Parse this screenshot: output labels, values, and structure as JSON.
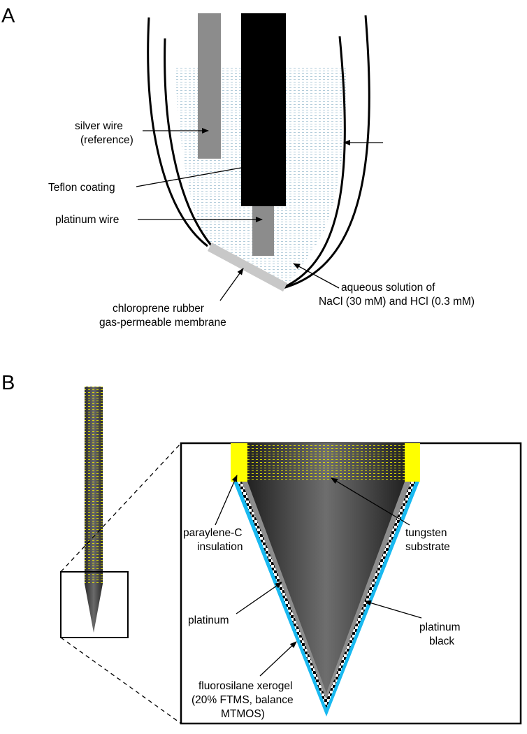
{
  "panel_a": {
    "letter": "A",
    "labels": {
      "silver_wire_1": "silver wire",
      "silver_wire_2": "(reference)",
      "teflon": "Teflon coating",
      "platinum_wire": "platinum wire",
      "membrane_1": "chloroprene rubber",
      "membrane_2": "gas-permeable membrane",
      "solution_1": "aqueous solution of",
      "solution_2": "NaCl (30 mM) and HCl (0.3 mM)"
    }
  },
  "panel_b": {
    "letter": "B",
    "labels": {
      "insulation_1": "paraylene-C",
      "insulation_2": "insulation",
      "tungsten_1": "tungsten",
      "tungsten_2": "substrate",
      "platinum": "platinum",
      "platinum_black_1": "platinum",
      "platinum_black_2": "black",
      "xerogel_1": "fluorosilane xerogel",
      "xerogel_2": "(20% FTMS, balance",
      "xerogel_3": "MTMOS)"
    }
  },
  "colors": {
    "silver": "#8c8c8c",
    "teflon": "#000000",
    "platinum_wire": "#8c8c8c",
    "membrane": "#c8c8c8",
    "solution_dots": "#a9c7d6",
    "insulation": "#ffff00",
    "xerogel": "#19b9f0",
    "platinum_layer": "#8c8c8c",
    "tungsten": "#5a5a5a"
  }
}
